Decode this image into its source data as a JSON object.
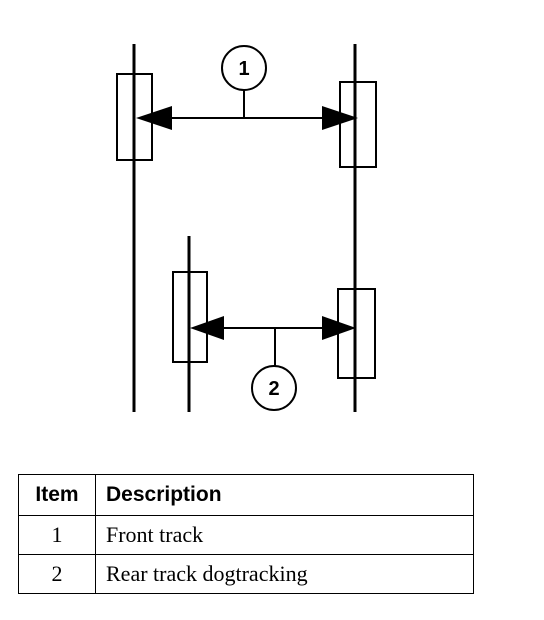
{
  "diagram": {
    "callouts": [
      "1",
      "2"
    ]
  },
  "table": {
    "headers": {
      "item": "Item",
      "description": "Description"
    },
    "rows": [
      {
        "item": "1",
        "description": "Front track"
      },
      {
        "item": "2",
        "description": "Rear track dogtracking"
      }
    ]
  }
}
